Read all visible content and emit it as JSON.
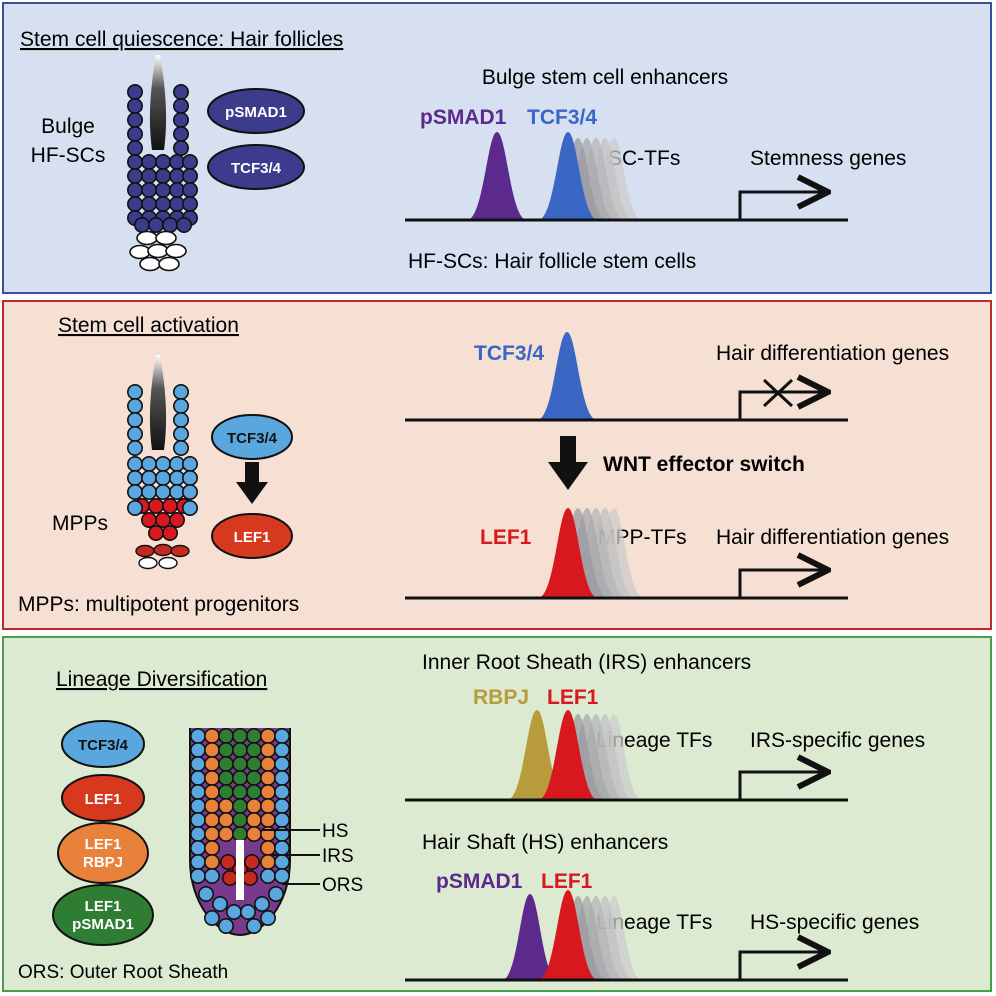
{
  "panels": {
    "quiescence": {
      "title": "Stem cell quiescence: Hair follicles",
      "bulge_label_1": "Bulge",
      "bulge_label_2": "HF-SCs",
      "ovals": [
        "pSMAD1",
        "TCF3/4"
      ],
      "enhancer_title": "Bulge stem cell enhancers",
      "peak_labels": [
        "pSMAD1",
        "TCF3/4"
      ],
      "tf_label": "SC-TFs",
      "gene_label": "Stemness genes",
      "footnote": "HF-SCs: Hair follicle stem cells",
      "colors": {
        "bg": "#d6e0f0",
        "border": "#3a4fa0"
      }
    },
    "activation": {
      "title": "Stem cell activation",
      "ovals": [
        "TCF3/4",
        "LEF1"
      ],
      "mpp_label": "MPPs",
      "footnote": "MPPs: multipotent progenitors",
      "top_peak_label": "TCF3/4",
      "top_gene_label": "Hair differentiation genes",
      "switch_label": "WNT effector switch",
      "bottom_peak_label": "LEF1",
      "tf_label": "MPP-TFs",
      "bottom_gene_label": "Hair differentiation genes",
      "colors": {
        "bg": "#f5e0d3",
        "border": "#c1272d"
      }
    },
    "diversification": {
      "title": "Lineage Diversification",
      "ovals": [
        {
          "lines": [
            "TCF3/4"
          ],
          "color": "#5aa7e0",
          "text": "#111"
        },
        {
          "lines": [
            "LEF1"
          ],
          "color": "#d7391f",
          "text": "#fff"
        },
        {
          "lines": [
            "LEF1",
            "RBPJ"
          ],
          "color": "#e8823a",
          "text": "#fff"
        },
        {
          "lines": [
            "LEF1",
            "pSMAD1"
          ],
          "color": "#2e7d32",
          "text": "#fff"
        }
      ],
      "sheath_labels": [
        "HS",
        "IRS",
        "ORS"
      ],
      "footnote": "ORS: Outer Root Sheath",
      "irs": {
        "title": "Inner Root Sheath (IRS) enhancers",
        "peak_labels": [
          "RBPJ",
          "LEF1"
        ],
        "tf_label": "Lineage TFs",
        "gene_label": "IRS-specific genes"
      },
      "hs": {
        "title": "Hair Shaft (HS) enhancers",
        "peak_labels": [
          "pSMAD1",
          "LEF1"
        ],
        "tf_label": "Lineage TFs",
        "gene_label": "HS-specific genes"
      },
      "colors": {
        "bg": "#dcead2",
        "border": "#4a9b4a"
      }
    }
  },
  "colors": {
    "psmad1": "#5b2a8c",
    "tcf34": "#3b67c4",
    "lef1": "#d7191f",
    "rbpj": "#b89b3a",
    "light_blue": "#5aa7e0",
    "navy": "#3c3c8c",
    "orange": "#e8823a",
    "green": "#2e7d32"
  }
}
